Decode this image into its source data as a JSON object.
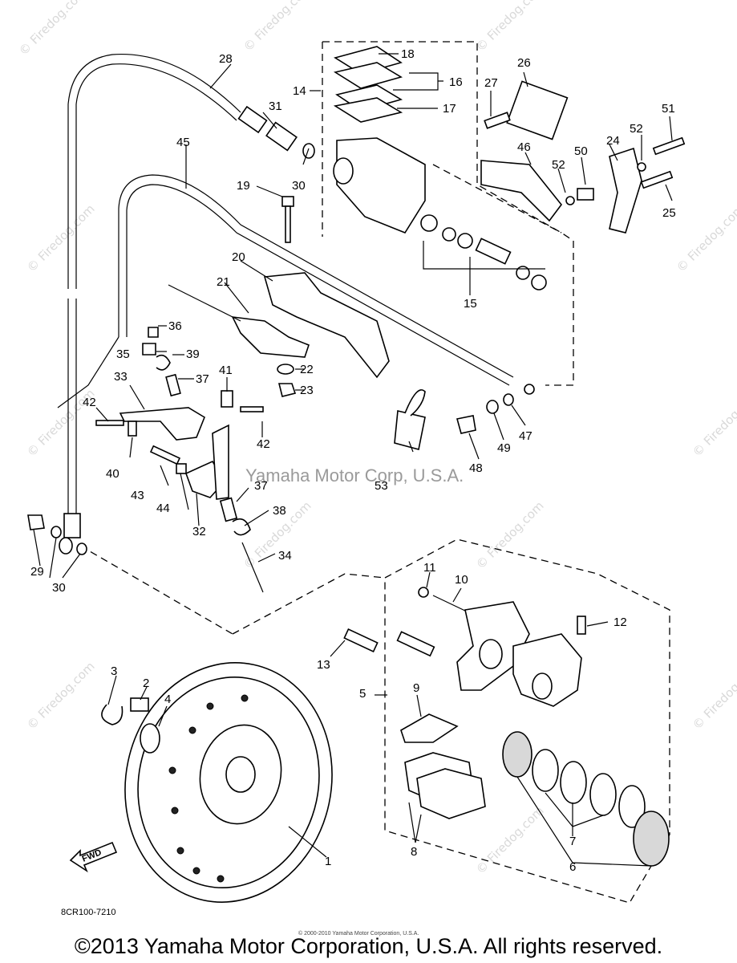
{
  "watermark": {
    "text": "© Firedog.com",
    "center_text": "Yamaha Motor Corp, U.S.A."
  },
  "callouts": {
    "c1": "1",
    "c2": "2",
    "c3": "3",
    "c4": "4",
    "c5": "5",
    "c6": "6",
    "c7": "7",
    "c8": "8",
    "c9": "9",
    "c10": "10",
    "c11": "11",
    "c12": "12",
    "c13": "13",
    "c14": "14",
    "c15": "15",
    "c16": "16",
    "c17": "17",
    "c18": "18",
    "c19": "19",
    "c20": "20",
    "c21": "21",
    "c22": "22",
    "c23": "23",
    "c24": "24",
    "c25": "25",
    "c26": "26",
    "c27": "27",
    "c28": "28",
    "c29": "29",
    "c30a": "30",
    "c30b": "30",
    "c31": "31",
    "c32": "32",
    "c33": "33",
    "c34": "34",
    "c35": "35",
    "c36": "36",
    "c37a": "37",
    "c37b": "37",
    "c38": "38",
    "c39": "39",
    "c40": "40",
    "c41": "41",
    "c42a": "42",
    "c42b": "42",
    "c43": "43",
    "c44": "44",
    "c45": "45",
    "c46": "46",
    "c47": "47",
    "c48": "48",
    "c49": "49",
    "c50": "50",
    "c51": "51",
    "c52a": "52",
    "c52b": "52",
    "c53": "53"
  },
  "fwd_label": "FWD",
  "diagram_code": "8CR100-7210",
  "tiny_credit": "© 2000-2010 Yamaha Motor Corporation, U.S.A.",
  "copyright": "©2013 Yamaha Motor Corporation, U.S.A. All rights reserved."
}
